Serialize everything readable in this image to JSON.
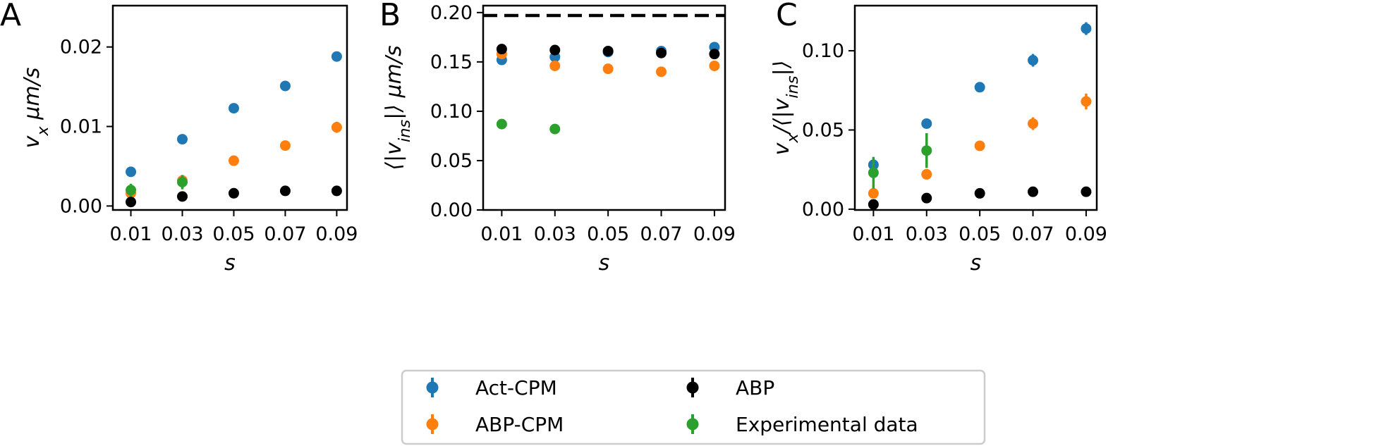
{
  "colors": {
    "act_cpm": "#1f77b4",
    "abp_cpm": "#ff7f0e",
    "abp": "#000000",
    "experimental": "#2ca02c"
  },
  "legend": {
    "placement": "bottom-center",
    "entries": [
      {
        "label": "Act-CPM",
        "color": "#1f77b4"
      },
      {
        "label": "ABP",
        "color": "#000000"
      },
      {
        "label": "ABP-CPM",
        "color": "#ff7f0e"
      },
      {
        "label": "Experimental data",
        "color": "#2ca02c"
      }
    ]
  },
  "chart_data": [
    {
      "panel": "A",
      "type": "scatter",
      "xlabel": "s",
      "ylabel": "v_x μm/s",
      "xticks": [
        "0.01",
        "0.03",
        "0.05",
        "0.07",
        "0.09"
      ],
      "yticks": [
        "0.00",
        "0.01",
        "0.02"
      ],
      "ylim": [
        -0.0005,
        0.0252
      ],
      "xlim": [
        0.003,
        0.094
      ],
      "grid": false,
      "series": [
        {
          "name": "Act-CPM",
          "color": "#1f77b4",
          "x": [
            0.01,
            0.03,
            0.05,
            0.07,
            0.09
          ],
          "y": [
            0.0043,
            0.0084,
            0.0123,
            0.0151,
            0.0188
          ],
          "err": [
            0.0005,
            0.0005,
            0.0005,
            0.0006,
            0.0006
          ]
        },
        {
          "name": "ABP-CPM",
          "color": "#ff7f0e",
          "x": [
            0.01,
            0.03,
            0.05,
            0.07,
            0.09
          ],
          "y": [
            0.0016,
            0.0032,
            0.0057,
            0.0076,
            0.0099
          ],
          "err": [
            0.0005,
            0.0005,
            0.0005,
            0.0005,
            0.0007
          ]
        },
        {
          "name": "ABP",
          "color": "#000000",
          "x": [
            0.01,
            0.03,
            0.05,
            0.07,
            0.09
          ],
          "y": [
            0.0005,
            0.0012,
            0.0016,
            0.0019,
            0.0019
          ],
          "err": [
            0.0001,
            0.0001,
            0.0001,
            0.0001,
            0.0001
          ]
        },
        {
          "name": "Experimental data",
          "color": "#2ca02c",
          "x": [
            0.01,
            0.03
          ],
          "y": [
            0.002,
            0.003
          ],
          "err": [
            0.0008,
            0.0009
          ]
        }
      ]
    },
    {
      "panel": "B",
      "type": "scatter",
      "xlabel": "s",
      "ylabel": "⟨|v_ins|⟩ μm/s",
      "xticks": [
        "0.01",
        "0.03",
        "0.05",
        "0.07",
        "0.09"
      ],
      "yticks": [
        "0.00",
        "0.05",
        "0.10",
        "0.15",
        "0.20"
      ],
      "ylim": [
        0.0,
        0.207
      ],
      "xlim": [
        0.003,
        0.094
      ],
      "grid": false,
      "reference_line": {
        "y": 0.197,
        "style": "dashed",
        "color": "#000000"
      },
      "series": [
        {
          "name": "Act-CPM",
          "color": "#1f77b4",
          "x": [
            0.01,
            0.03,
            0.05,
            0.07,
            0.09
          ],
          "y": [
            0.152,
            0.155,
            0.16,
            0.161,
            0.165
          ],
          "err": [
            0.001,
            0.001,
            0.001,
            0.001,
            0.001
          ]
        },
        {
          "name": "ABP-CPM",
          "color": "#ff7f0e",
          "x": [
            0.01,
            0.03,
            0.05,
            0.07,
            0.09
          ],
          "y": [
            0.158,
            0.146,
            0.143,
            0.14,
            0.146
          ],
          "err": [
            0.001,
            0.001,
            0.001,
            0.001,
            0.001
          ]
        },
        {
          "name": "ABP",
          "color": "#000000",
          "x": [
            0.01,
            0.03,
            0.05,
            0.07,
            0.09
          ],
          "y": [
            0.163,
            0.162,
            0.161,
            0.159,
            0.158
          ],
          "err": [
            0.001,
            0.001,
            0.001,
            0.001,
            0.001
          ]
        },
        {
          "name": "Experimental data",
          "color": "#2ca02c",
          "x": [
            0.01,
            0.03
          ],
          "y": [
            0.087,
            0.082
          ],
          "err": [
            0.001,
            0.001
          ]
        }
      ]
    },
    {
      "panel": "C",
      "type": "scatter",
      "xlabel": "s",
      "ylabel": "v_x/⟨|v_ins|⟩",
      "xticks": [
        "0.01",
        "0.03",
        "0.05",
        "0.07",
        "0.09"
      ],
      "yticks": [
        "0.00",
        "0.05",
        "0.10"
      ],
      "ylim": [
        -0.0005,
        0.1285
      ],
      "xlim": [
        0.003,
        0.094
      ],
      "grid": false,
      "series": [
        {
          "name": "Act-CPM",
          "color": "#1f77b4",
          "x": [
            0.01,
            0.03,
            0.05,
            0.07,
            0.09
          ],
          "y": [
            0.028,
            0.054,
            0.077,
            0.094,
            0.114
          ],
          "err": [
            0.003,
            0.003,
            0.003,
            0.004,
            0.004
          ]
        },
        {
          "name": "ABP-CPM",
          "color": "#ff7f0e",
          "x": [
            0.01,
            0.03,
            0.05,
            0.07,
            0.09
          ],
          "y": [
            0.01,
            0.022,
            0.04,
            0.054,
            0.068
          ],
          "err": [
            0.003,
            0.003,
            0.003,
            0.004,
            0.005
          ]
        },
        {
          "name": "ABP",
          "color": "#000000",
          "x": [
            0.01,
            0.03,
            0.05,
            0.07,
            0.09
          ],
          "y": [
            0.003,
            0.007,
            0.01,
            0.011,
            0.011
          ],
          "err": [
            0.0005,
            0.0005,
            0.0005,
            0.0005,
            0.0005
          ]
        },
        {
          "name": "Experimental data",
          "color": "#2ca02c",
          "x": [
            0.01,
            0.03
          ],
          "y": [
            0.023,
            0.037
          ],
          "err": [
            0.01,
            0.011
          ]
        }
      ]
    }
  ]
}
